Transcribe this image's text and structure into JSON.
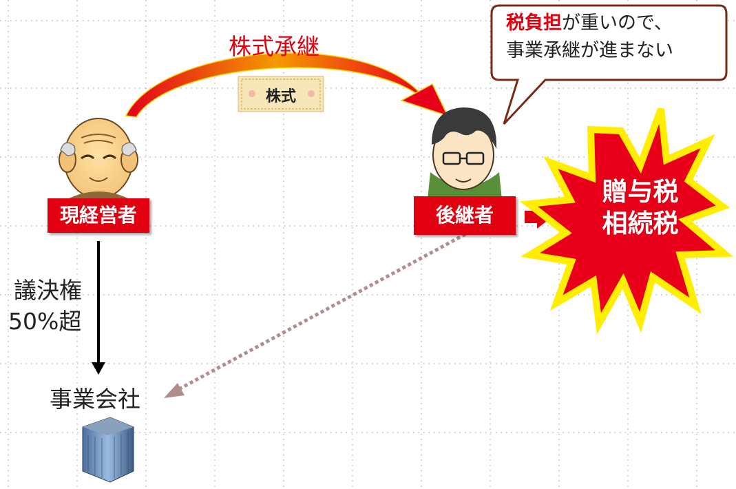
{
  "transfer_label": "株式承継",
  "stock_certificate_label": "株式",
  "current_manager_label": "現経営者",
  "successor_label": "後継者",
  "voting_rights_line1": "議決権",
  "voting_rights_line2": "50%超",
  "company_label": "事業会社",
  "callout": {
    "highlight": "税負担",
    "line1_rest": "が重いので、",
    "line2": "事業承継が進まない"
  },
  "tax_burst": {
    "line1": "贈与税",
    "line2": "相続税"
  },
  "colors": {
    "accent_red": "#e0000f",
    "arrow_orange": "#f7a800",
    "burst_yellow": "#ffee00",
    "dotted_arrow": "#b08e8e"
  }
}
